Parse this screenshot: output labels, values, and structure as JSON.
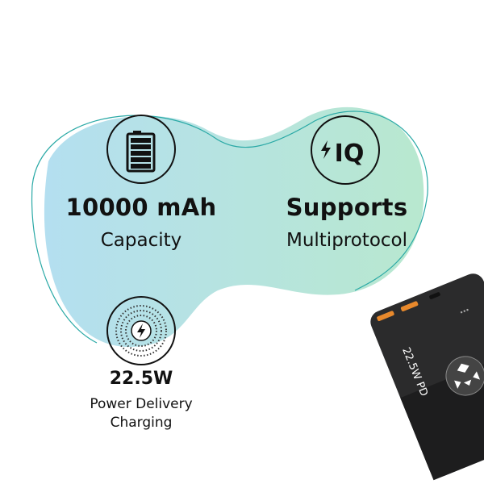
{
  "features": [
    {
      "icon": "battery-icon",
      "title": "10000 mAh",
      "subtitle": "Capacity"
    },
    {
      "icon": "fast-charge-iq-icon",
      "icon_text": "IQ",
      "title": "Supports",
      "subtitle": "Multiprotocol"
    },
    {
      "icon": "wireless-charging-icon",
      "title": "22.5W",
      "subtitle_lines": [
        "Power Delivery",
        "Charging"
      ]
    }
  ],
  "product": {
    "name": "power-bank",
    "printed_text": "22.5W PD"
  },
  "colors": {
    "blob_left": "#b4dff0",
    "blob_right": "#b6e6cf",
    "outline": "#2aa9a6",
    "device": "#2b2b2c",
    "port": "#e8892c"
  }
}
